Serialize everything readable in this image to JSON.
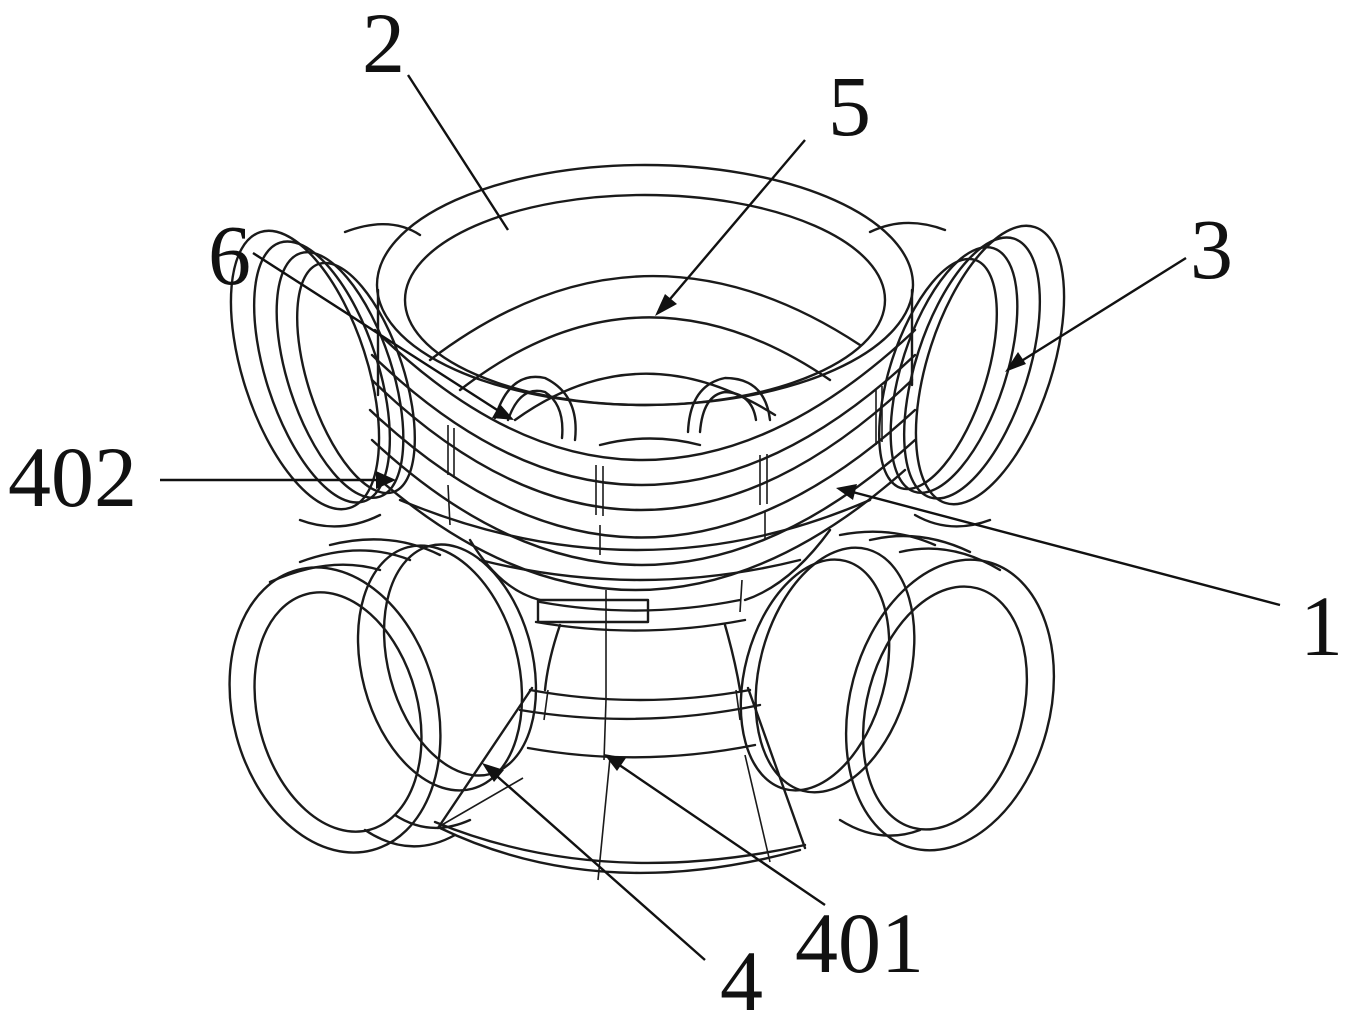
{
  "figure": {
    "callouts": [
      {
        "id": "c2",
        "text": "2"
      },
      {
        "id": "c5",
        "text": "5"
      },
      {
        "id": "c6",
        "text": "6"
      },
      {
        "id": "c3",
        "text": "3"
      },
      {
        "id": "c402",
        "text": "402"
      },
      {
        "id": "c1",
        "text": "1"
      },
      {
        "id": "c401",
        "text": "401"
      },
      {
        "id": "c4",
        "text": "4"
      }
    ],
    "colors": {
      "stroke": "#1a1a1a",
      "background": "#ffffff"
    }
  }
}
